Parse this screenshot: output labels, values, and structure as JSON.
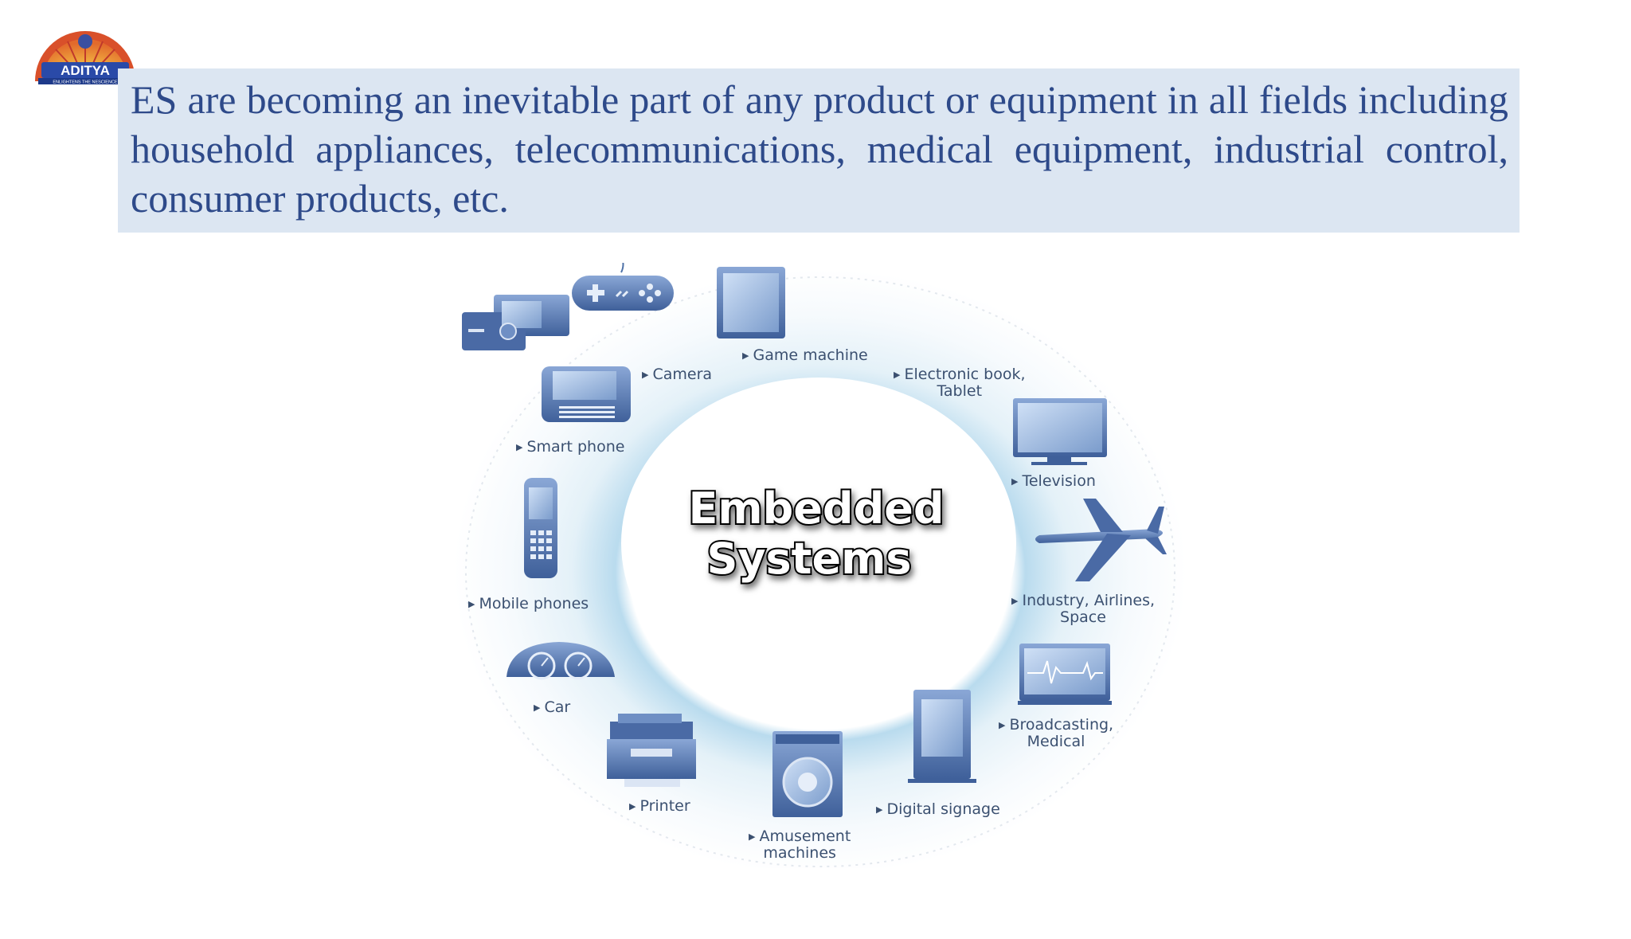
{
  "slide": {
    "body_text": "ES are becoming an inevitable part of any product or equipment in all fields including household appliances, telecommunications, medical equipment, industrial control, consumer products, etc.",
    "logo_text": "ADITYA",
    "logo_tagline": "ENLIGHTENS THE NESCIENCE"
  },
  "diagram": {
    "center_line1": "Embedded",
    "center_line2": "Systems",
    "items": [
      {
        "label": "Camera",
        "icon": "camera-icon"
      },
      {
        "label": "Game machine",
        "icon": "gamepad-icon"
      },
      {
        "label": "Electronic book,",
        "label2": "Tablet",
        "icon": "tablet-icon"
      },
      {
        "label": "Smart phone",
        "icon": "smartphone-icon"
      },
      {
        "label": "Television",
        "icon": "television-icon"
      },
      {
        "label": "Mobile phones",
        "icon": "mobile-phone-icon"
      },
      {
        "label": "Industry, Airlines,",
        "label2": "Space",
        "icon": "airplane-icon"
      },
      {
        "label": "Car",
        "icon": "car-dashboard-icon"
      },
      {
        "label": "Broadcasting,",
        "label2": "Medical",
        "icon": "medical-monitor-icon"
      },
      {
        "label": "Printer",
        "icon": "printer-icon"
      },
      {
        "label": "Digital signage",
        "icon": "digital-signage-icon"
      },
      {
        "label": "Amusement",
        "label2": "machines",
        "icon": "amusement-machine-icon"
      }
    ]
  },
  "colors": {
    "text_blue": "#2e4a8a",
    "callout_bg": "#dce6f2",
    "icon_blue": "#4f72a8"
  }
}
